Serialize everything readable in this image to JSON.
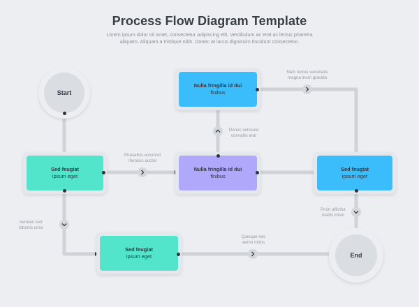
{
  "header": {
    "title": "Process Flow Diagram Template",
    "subtitle_line1": "Lorem ipsum dolor sit amet, consectetur adipiscing elit. Vestibulum ac erat ac lectus pharetra",
    "subtitle_line2": "aliquam. Aliquam a tristique nibh. Donec at lacus dignissim tincidunt consectetur."
  },
  "colors": {
    "background": "#eceef1",
    "teal": "#52e5cc",
    "blue": "#3bbcfb",
    "lavender": "#b0a8fa",
    "connector": "#cfd3d8",
    "circle_fill": "#dadde2"
  },
  "nodes": {
    "start": {
      "label": "Start"
    },
    "end": {
      "label": "End"
    },
    "step_left": {
      "title": "Sed feugiat",
      "sub": "ipsum eget"
    },
    "step_center": {
      "title": "Nulla fringilla id dui",
      "sub": "finibus"
    },
    "step_top": {
      "title": "Nulla fringilla id dui",
      "sub": "finibus"
    },
    "step_right": {
      "title": "Sed feugiat",
      "sub": "ipsum eget"
    },
    "step_bottom": {
      "title": "Sed feugiat",
      "sub": "ipsum eget"
    }
  },
  "annotations": {
    "top_right": {
      "line1": "Nam luctus venenatis",
      "line2": "magna inem gravida"
    },
    "middle_up": {
      "line1": "Donec vehicula",
      "line2": "convallis erat"
    },
    "left_middle": {
      "line1": "Phasellus euismod",
      "line2": "rhoncus auctor"
    },
    "right_down": {
      "line1": "Proin afficitur",
      "line2": "mattis inism"
    },
    "left_down": {
      "line1": "Aenean sed",
      "line2": "lobortis urna"
    },
    "bottom": {
      "line1": "Quisque nec",
      "line2": "aemo mdos"
    }
  },
  "icons": {
    "chevron_right": "chevron-right-icon",
    "chevron_down": "chevron-down-icon",
    "chevron_up": "chevron-up-icon"
  }
}
